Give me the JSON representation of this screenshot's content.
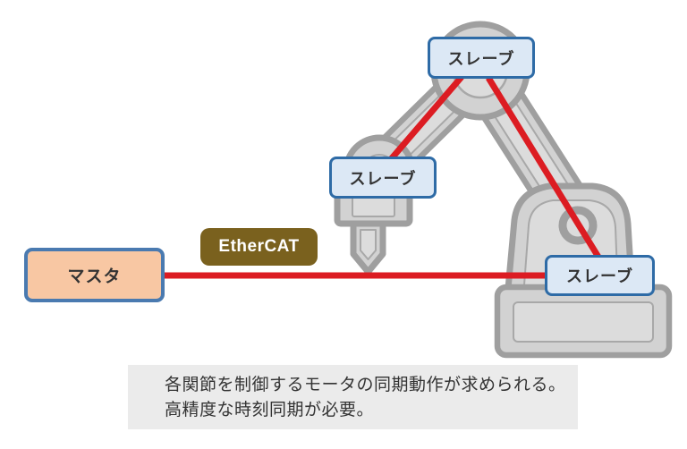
{
  "diagram": {
    "title_hint": "EtherCAT master-slave robot arm synchronization diagram",
    "nodes": {
      "master": {
        "label": "マスタ"
      },
      "slave_top": {
        "label": "スレーブ"
      },
      "slave_middle": {
        "label": "スレーブ"
      },
      "slave_bottom": {
        "label": "スレーブ"
      },
      "protocol_badge": {
        "label": "EtherCAT"
      }
    },
    "caption": {
      "line1": "各関節を制御するモータの同期動作が求められる。",
      "line2": "高精度な時刻同期が必要。"
    },
    "colors": {
      "link": "#dc1c22",
      "slave-fill": "#dce8f5",
      "slave-border": "#2e6ba6",
      "master-fill": "#f8c7a3",
      "master-border": "#4a7ab0",
      "protocol-fill": "#7a611e",
      "protocol-text": "#ffffff",
      "robot-outline": "#9f9f9f",
      "robot-fill": "#d2d2d2",
      "robot-inline": "#a8a8a8",
      "robot-core": "#dcdcdc",
      "caption-bg": "#ebebeb",
      "text": "#333333"
    }
  }
}
